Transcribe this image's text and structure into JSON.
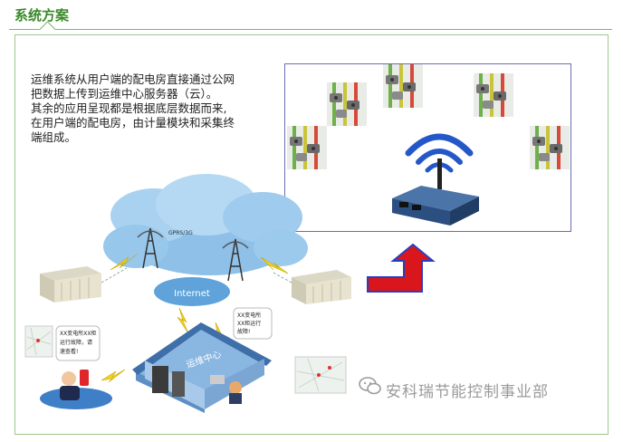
{
  "header": {
    "title": "系统方案"
  },
  "description": {
    "lines": [
      "运维系统从用户端的配电房直接通过公网",
      "把数据上传到运维中心服务器（云）。",
      "其余的应用呈现都是根据底层数据而来,",
      "在用户端的配电房，由计量模块和采集终",
      "端组成。"
    ]
  },
  "diagram": {
    "cloud_label": "Internet",
    "tower_label": "GPRS/3G",
    "center_label": "运维中心",
    "bubble_left_line1": "XX变电所XX柜",
    "bubble_left_line2": "运行故障，请",
    "bubble_left_line3": "速查看!",
    "bubble_right_line1": "XX变电所",
    "bubble_right_line2": "XX柜运行",
    "bubble_right_line3": "故障!",
    "arrow_color": "#d8161b",
    "arrow_outline": "#2a3fbf"
  },
  "watermark": {
    "text": "安科瑞节能控制事业部"
  },
  "colors": {
    "accent": "#3a8a2a",
    "frame": "#9bc98d",
    "panel_border": "#6d6db0"
  }
}
